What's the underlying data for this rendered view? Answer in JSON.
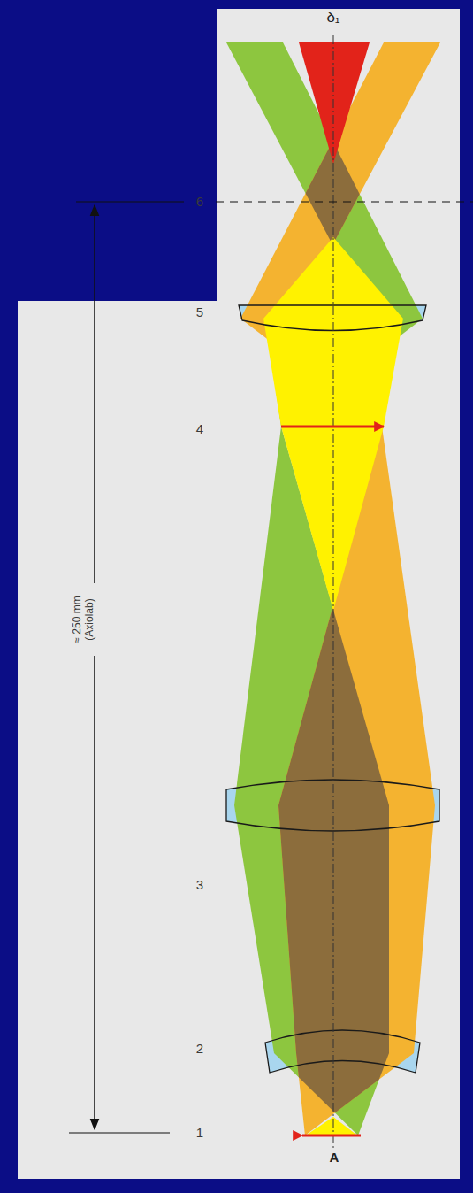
{
  "diagram": {
    "labels": [
      "δ₁",
      "6",
      "5",
      "4",
      "≈ 250 mm (Axiolab)",
      "3",
      "2",
      "1",
      "A"
    ]
  }
}
